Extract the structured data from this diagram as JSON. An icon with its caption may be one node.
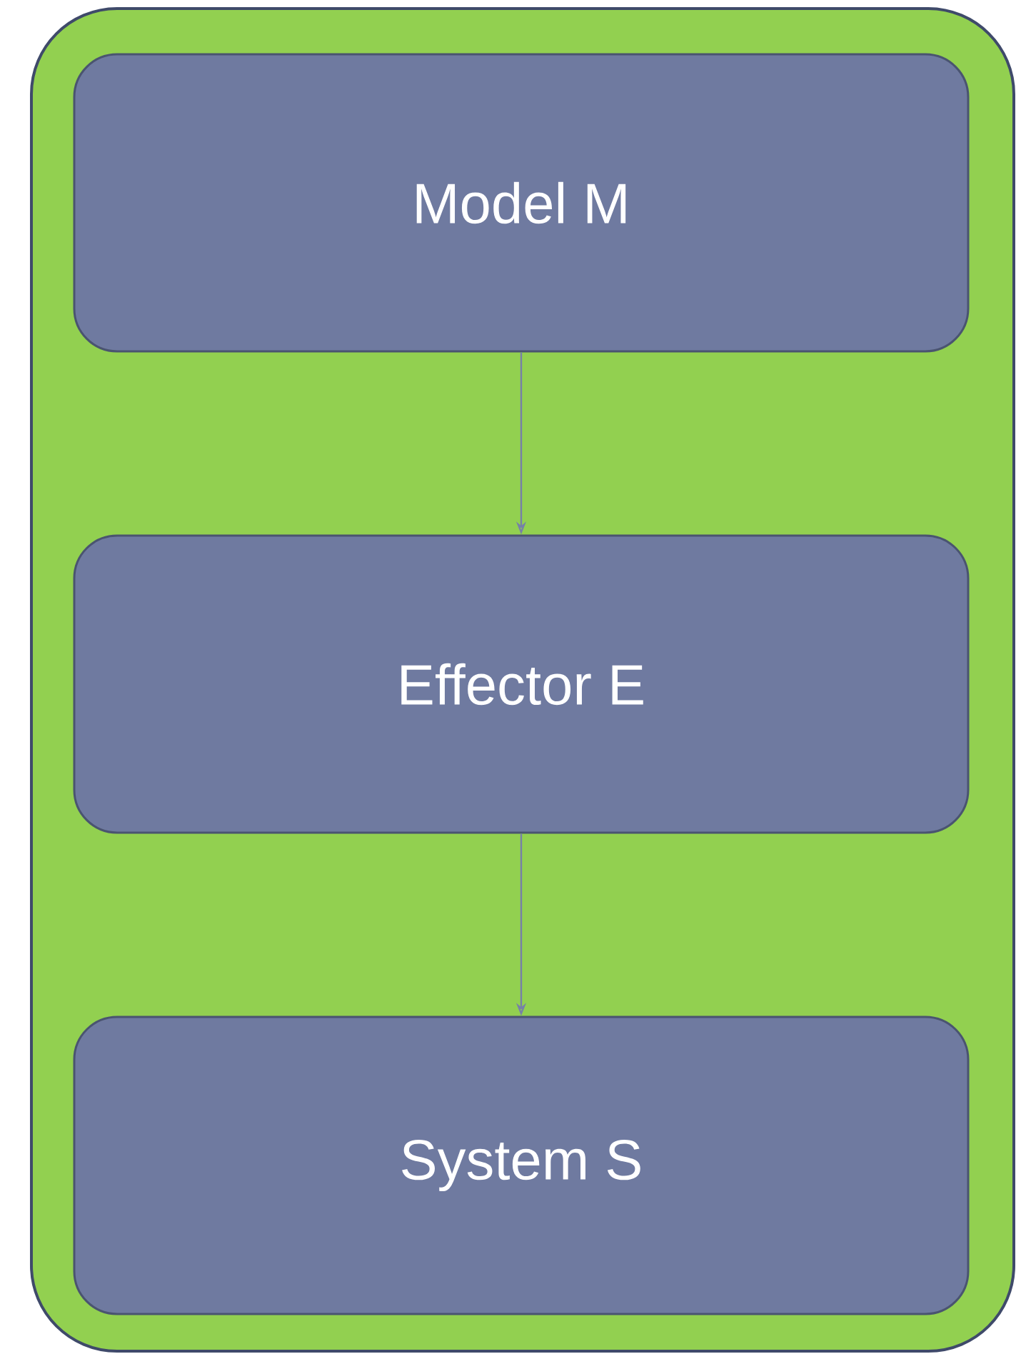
{
  "diagram": {
    "nodes": [
      {
        "text": [],
        "shape": "box"
      },
      {
        "text": [
          "Model M"
        ],
        "in": 0
      },
      {
        "text": [
          "Effector E"
        ],
        "in": 0
      },
      {
        "text": [
          "System S"
        ],
        "in": 0
      }
    ],
    "edges": [
      {
        "from": 1,
        "to": 2,
        "arrow": "to"
      },
      {
        "from": 2,
        "to": 3,
        "arrow": "to"
      }
    ]
  }
}
